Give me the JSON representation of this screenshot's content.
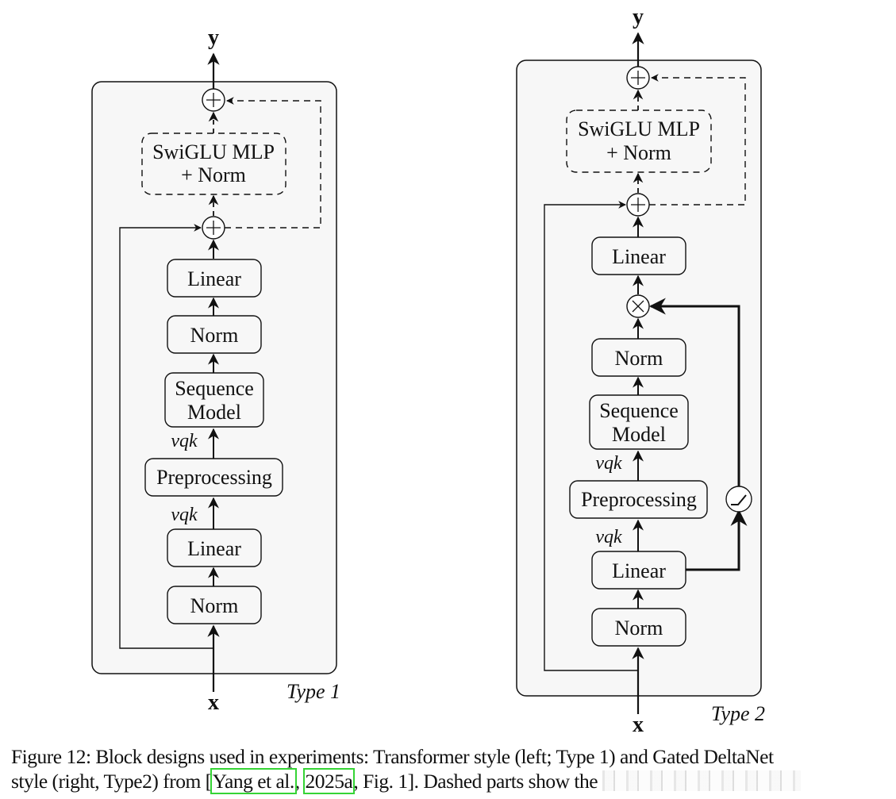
{
  "figure": {
    "diagrams": [
      {
        "id": "type1",
        "type_label": "Type 1",
        "input_label": "x",
        "output_label": "y",
        "mlp_block": {
          "line1": "SwiGLU MLP",
          "line2": "+ Norm",
          "dashed": true
        },
        "blocks": [
          "Linear",
          "Norm",
          "Sequence Model",
          "Preprocessing",
          "Linear",
          "Norm"
        ],
        "edge_labels": [
          "vqk",
          "vqk"
        ],
        "operators": [
          "add",
          "add"
        ]
      },
      {
        "id": "type2",
        "type_label": "Type 2",
        "input_label": "x",
        "output_label": "y",
        "mlp_block": {
          "line1": "SwiGLU MLP",
          "line2": "+ Norm",
          "dashed": true
        },
        "blocks": [
          "Linear",
          "Norm",
          "Sequence Model",
          "Preprocessing",
          "Linear",
          "Norm"
        ],
        "edge_labels": [
          "vqk",
          "vqk"
        ],
        "operators": [
          "add",
          "add",
          "multiply"
        ],
        "gate_activation": "swish/relu-like gate"
      }
    ],
    "labels": {
      "y": "y",
      "x": "x",
      "swiglu": "SwiGLU MLP",
      "plusnorm": "+ Norm",
      "linear": "Linear",
      "norm": "Norm",
      "seq1": "Sequence",
      "seq2": "Model",
      "pre": "Preprocessing",
      "vqk": "vqk",
      "type1": "Type 1",
      "type2": "Type 2",
      "plus": "+",
      "times": "×"
    }
  },
  "caption": {
    "line1": "Figure 12: Block designs used in experiments: Transformer style (left; Type 1) and Gated DeltaNet",
    "line2_pre": "style (right, Type2) from [",
    "cite_author": "Yang et al.",
    "cite_sep": ", ",
    "cite_year": "2025a",
    "line2_post": ", Fig. 1]. Dashed parts show the"
  },
  "colors": {
    "citation_box": "#35d435",
    "panel_fill": "#f7f7f7",
    "stroke": "#111111"
  }
}
